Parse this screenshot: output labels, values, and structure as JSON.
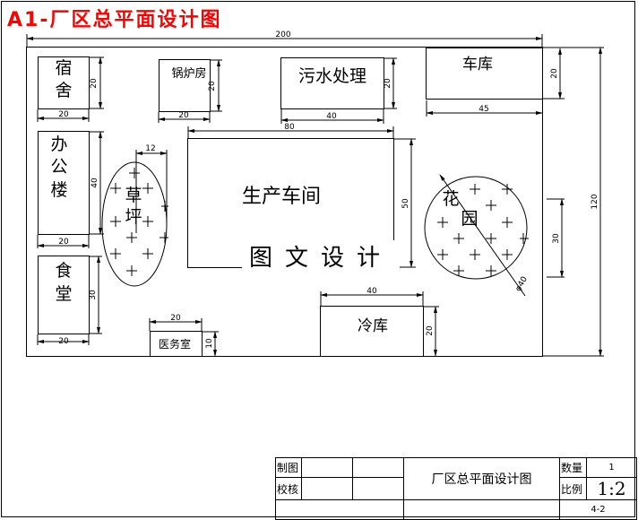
{
  "title": "A1-厂区总平面设计图",
  "watermark": "图文设计",
  "colors": {
    "title": "#ff0000",
    "line": "#000000",
    "background": "#ffffff"
  },
  "site": {
    "overall_width_dim": "200",
    "overall_height_dim": "120",
    "buildings": [
      {
        "id": "dorm",
        "label": "宿舍",
        "width_dim": "20",
        "height_dim": "20"
      },
      {
        "id": "boiler",
        "label": "锅炉房",
        "width_dim": "20",
        "height_dim": "20"
      },
      {
        "id": "sewage",
        "label": "污水处理",
        "width_dim": "40",
        "height_dim": "20"
      },
      {
        "id": "garage",
        "label": "车库",
        "width_dim": "45",
        "height_dim": "20"
      },
      {
        "id": "office",
        "label": "办公楼",
        "width_dim": "20",
        "height_dim": "40"
      },
      {
        "id": "workshop",
        "label": "生产车间",
        "width_dim": "80",
        "height_dim": "50"
      },
      {
        "id": "canteen",
        "label": "食堂",
        "width_dim": "20",
        "height_dim": "30"
      },
      {
        "id": "clinic",
        "label": "医务室",
        "width_dim": "20",
        "height_dim": "10"
      },
      {
        "id": "coldstore",
        "label": "冷库",
        "width_dim": "40",
        "height_dim": "20"
      }
    ],
    "lawn": {
      "label": "草坪",
      "width_dim": "12"
    },
    "garden": {
      "label": "花园",
      "diameter_dim": "φ40",
      "side_dim": "30"
    }
  },
  "title_block": {
    "drawn_by_label": "制图",
    "checked_by_label": "校核",
    "drawing_name": "厂区总平面设计图",
    "quantity_label": "数量",
    "quantity_value": "1",
    "scale_label": "比例",
    "scale_value": "1:2",
    "drawing_number": "4-2"
  }
}
